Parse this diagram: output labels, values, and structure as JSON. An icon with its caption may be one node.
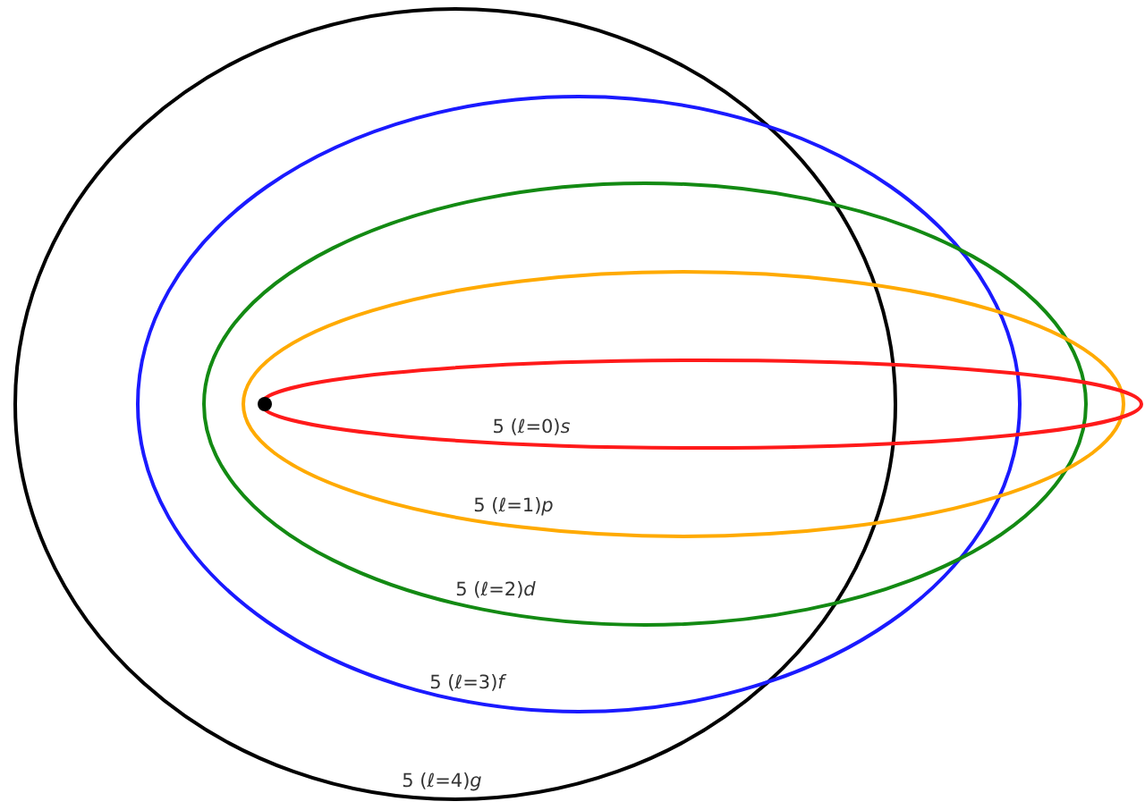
{
  "diagram": {
    "labels": [
      "5 (ℓ=0)*s*",
      "5 (ℓ=1)*p*",
      "5 (ℓ=2)*d*",
      "5 (ℓ=3)*f*",
      "5 (ℓ=4)*g*"
    ]
  }
}
